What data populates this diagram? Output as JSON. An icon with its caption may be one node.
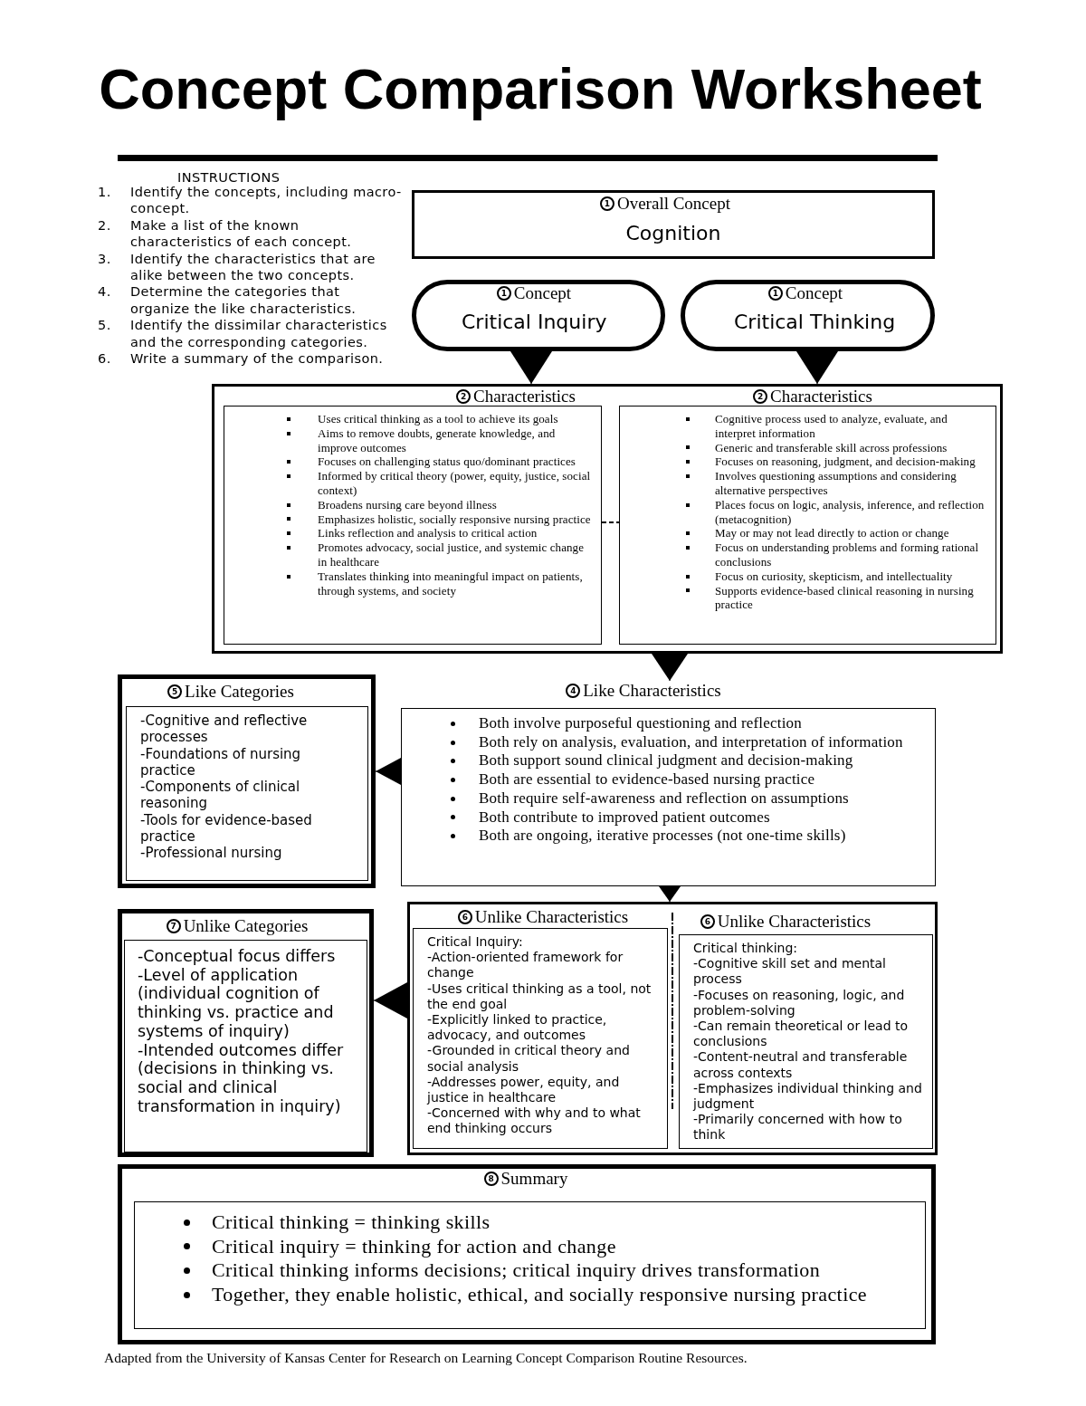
{
  "diagram": {
    "title": "Concept Comparison Worksheet",
    "caption": "Adapted from the University of Kansas Center for Research on Learning Concept Comparison Routine Resources.",
    "nodes": [
      {
        "text": [
          "1",
          "Overall Concept",
          "Cognition"
        ]
      },
      {
        "text": [
          "1",
          "Concept",
          "Critical Inquiry"
        ]
      },
      {
        "text": [
          "1",
          "Concept",
          "Critical Thinking"
        ]
      },
      {
        "text": [
          "2",
          "Characteristics",
          "2",
          "Characteristics"
        ]
      },
      {
        "text": [
          "Uses critical thinking as a tool to achieve its goals",
          "Aims to remove doubts, generate knowledge, and improve outcomes",
          "Focuses on challenging status quo/dominant practices",
          "Informed by critical theory (power, equity, justice, social context)",
          "Broadens nursing care beyond illness",
          "Emphasizes holistic, socially responsive nursing practice",
          "Links reflection and analysis to critical action",
          "Promotes advocacy, social justice, and systemic change in healthcare",
          "Translates thinking into meaningful impact on patients, through systems, and society"
        ],
        "in": 3
      },
      {
        "text": [
          "Cognitive process used to analyze, evaluate, and interpret information",
          "Generic and transferable skill across professions",
          "Focuses on reasoning, judgment, and decision-making",
          "Involves questioning assumptions and considering alternative perspectives",
          "Places focus on logic, analysis, inference, and reflection (metacognition)",
          "May or may not lead directly to action or change",
          "Focus on understanding problems and forming rational conclusions",
          "Focus on curiosity, skepticism, and intellectuality",
          "Supports evidence-based clinical reasoning in nursing practice"
        ],
        "in": 3
      },
      {
        "text": [
          "5",
          "Like Categories"
        ]
      },
      {
        "text": [
          "-Cognitive and reflective processes",
          "-Foundations of nursing practice",
          "-Components of clinical reasoning",
          "-Tools for evidence-based practice",
          "-Professional nursing"
        ],
        "in": 6
      },
      {
        "text": [
          "4",
          "Like Characteristics",
          "Both involve purposeful questioning and reflection",
          "Both rely on analysis, evaluation, and interpretation of information",
          "Both support sound clinical judgment and decision-making",
          "Both are essential to evidence-based nursing practice",
          "Both require self-awareness and reflection on assumptions",
          "Both contribute to improved patient outcomes",
          "Both are ongoing, iterative processes (not one-time skills)"
        ]
      },
      {
        "text": [
          "7",
          "Unlike Categories"
        ]
      },
      {
        "text": [
          "-Conceptual focus differs",
          "-Level of application (individual cognition of thinking vs. practice and systems of inquiry)",
          "-Intended outcomes differ (decisions in thinking vs. social and clinical transformation in inquiry)"
        ],
        "in": 9
      },
      {
        "text": [
          "6",
          "Unlike Characteristics",
          "6",
          "Unlike Characteristics"
        ]
      },
      {
        "text": [
          "Critical Inquiry:",
          "-Action-oriented framework for change",
          "-Uses critical thinking as a tool, not the end goal",
          "-Explicitly linked to practice, advocacy, and outcomes",
          "-Grounded in critical theory and social analysis",
          "-Addresses power, equity, and justice in healthcare",
          "-Concerned with why and to what end thinking occurs"
        ],
        "in": 11
      },
      {
        "text": [
          "Critical thinking:",
          "-Cognitive skill set and mental process",
          "-Focuses on reasoning, logic, and problem-solving",
          "-Can remain theoretical or lead to conclusions",
          "-Content-neutral and transferable across contexts",
          "-Emphasizes individual thinking and judgment",
          "-Primarily concerned with how to think"
        ],
        "in": 11
      },
      {
        "text": [
          "8",
          "Summary"
        ]
      },
      {
        "text": [
          "Critical thinking = thinking skills",
          "Critical inquiry = thinking for action and change",
          "Critical thinking informs decisions; critical inquiry drives transformation",
          "Together, they enable holistic, ethical, and socially responsive nursing practice"
        ],
        "in": 14
      }
    ],
    "edges": [
      {
        "from": 1,
        "to": 3,
        "arrow": "to"
      },
      {
        "from": 2,
        "to": 3,
        "arrow": "to"
      },
      {
        "from": 4,
        "to": 5,
        "arrow": "none",
        "style": "dashed"
      },
      {
        "from": 3,
        "to": 8,
        "arrow": "to"
      },
      {
        "from": 8,
        "to": 6,
        "arrow": "to"
      },
      {
        "from": 8,
        "to": 11,
        "arrow": "to"
      },
      {
        "from": 11,
        "to": 9,
        "arrow": "to"
      }
    ],
    "labels": [
      "INSTRUCTIONS",
      "1.",
      "Identify the concepts, including macro-concept.",
      "2.",
      "Make a list of the known characteristics of each concept.",
      "3.",
      "Identify the characteristics that are alike between the two concepts.",
      "4.",
      "Determine the categories that organize the like characteristics.",
      "5.",
      "Identify the dissimilar characteristics and the corresponding categories.",
      "6.",
      "Write a summary of the comparison."
    ]
  }
}
